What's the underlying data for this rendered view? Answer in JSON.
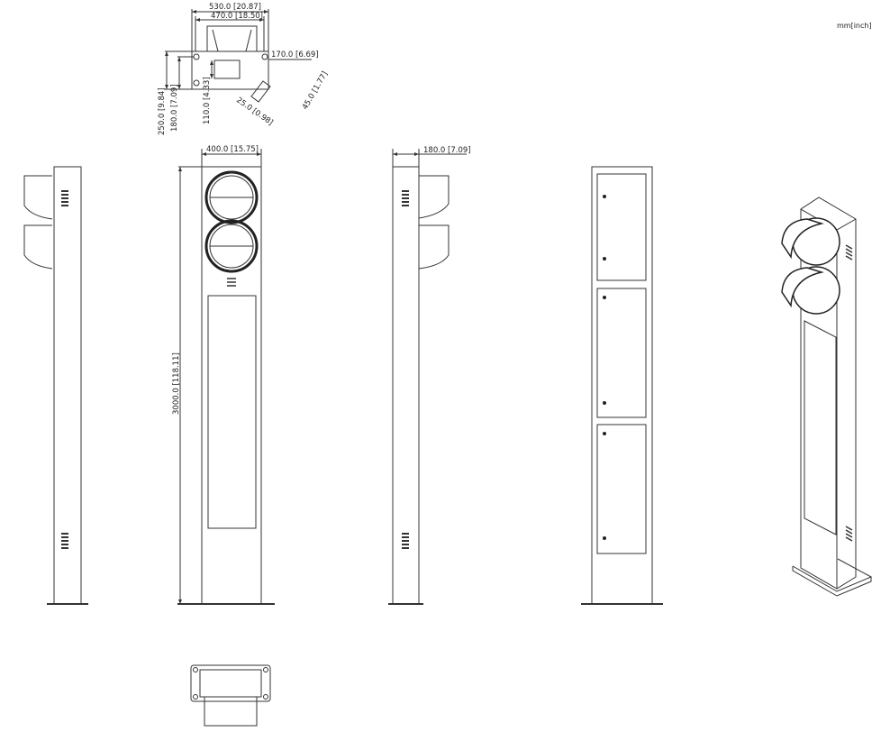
{
  "units_label": "mm[inch]",
  "dimensions": {
    "plan_width_outer": "530.0 [20.87]",
    "plan_width_inner": "470.0 [18.50]",
    "plan_offset": "170.0 [6.69]",
    "plan_angle_len": "45.0 [1.77]",
    "plan_angle_w": "25.0 [0.98]",
    "plan_depth_outer": "250.0 [9.84]",
    "plan_depth_mid": "180.0 [7.09]",
    "plan_depth_inner": "110.0 [4.33]",
    "front_width": "400.0 [15.75]",
    "side_depth": "180.0 [7.09]",
    "height": "3000.0 [118.11]"
  }
}
